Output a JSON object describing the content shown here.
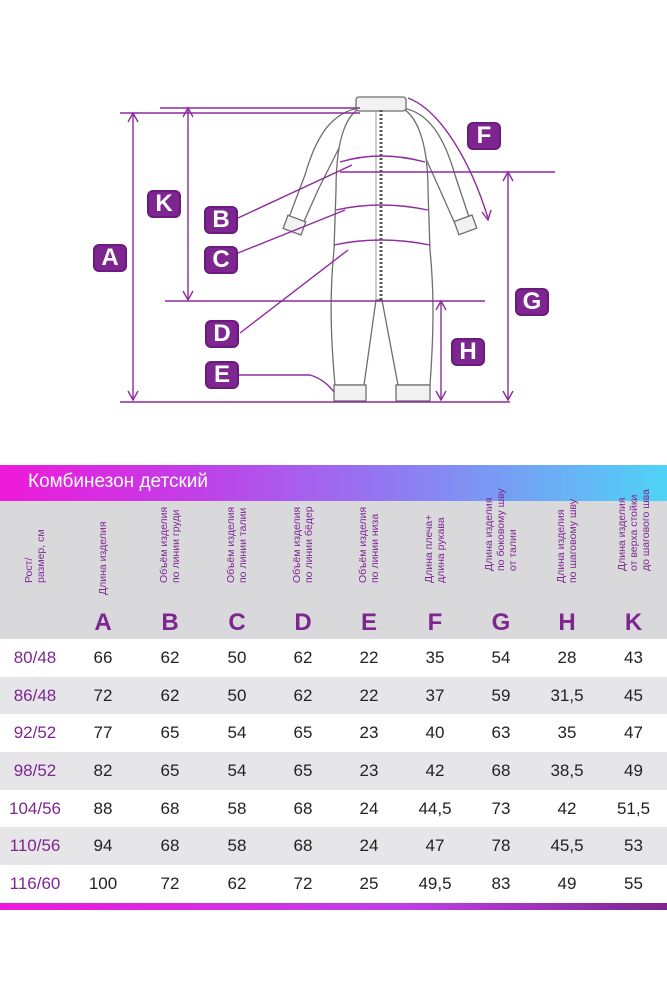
{
  "diagram": {
    "labels": [
      "A",
      "B",
      "C",
      "D",
      "E",
      "F",
      "G",
      "H",
      "K"
    ],
    "accent_color": "#7d2690",
    "line_color": "#8f2b9f"
  },
  "table": {
    "title": "Комбинезон детский",
    "columns": [
      {
        "label": "Рост/\nразмер, см",
        "letter": ""
      },
      {
        "label": "Длина изделия",
        "letter": "A"
      },
      {
        "label": "Объём изделия\nпо линии груди",
        "letter": "B"
      },
      {
        "label": "Объём изделия\nпо линии талии",
        "letter": "C"
      },
      {
        "label": "Объём изделия\nпо линии бёдер",
        "letter": "D"
      },
      {
        "label": "Объём изделия\nпо линии низа",
        "letter": "E"
      },
      {
        "label": "Длина плеча+\nдлина рукава",
        "letter": "F"
      },
      {
        "label": "Длина изделия\nпо боковому шву\nот талии",
        "letter": "G"
      },
      {
        "label": "Длина изделия\nпо шаговому шву",
        "letter": "H"
      },
      {
        "label": "Длина изделия\nот верха стойки\nдо шагового шва",
        "letter": "K"
      }
    ],
    "rows": [
      [
        "80/48",
        "66",
        "62",
        "50",
        "62",
        "22",
        "35",
        "54",
        "28",
        "43"
      ],
      [
        "86/48",
        "72",
        "62",
        "50",
        "62",
        "22",
        "37",
        "59",
        "31,5",
        "45"
      ],
      [
        "92/52",
        "77",
        "65",
        "54",
        "65",
        "23",
        "40",
        "63",
        "35",
        "47"
      ],
      [
        "98/52",
        "82",
        "65",
        "54",
        "65",
        "23",
        "42",
        "68",
        "38,5",
        "49"
      ],
      [
        "104/56",
        "88",
        "68",
        "58",
        "68",
        "24",
        "44,5",
        "73",
        "42",
        "51,5"
      ],
      [
        "110/56",
        "94",
        "68",
        "58",
        "68",
        "24",
        "47",
        "78",
        "45,5",
        "53"
      ],
      [
        "116/60",
        "100",
        "72",
        "62",
        "72",
        "25",
        "49,5",
        "83",
        "49",
        "55"
      ]
    ]
  }
}
